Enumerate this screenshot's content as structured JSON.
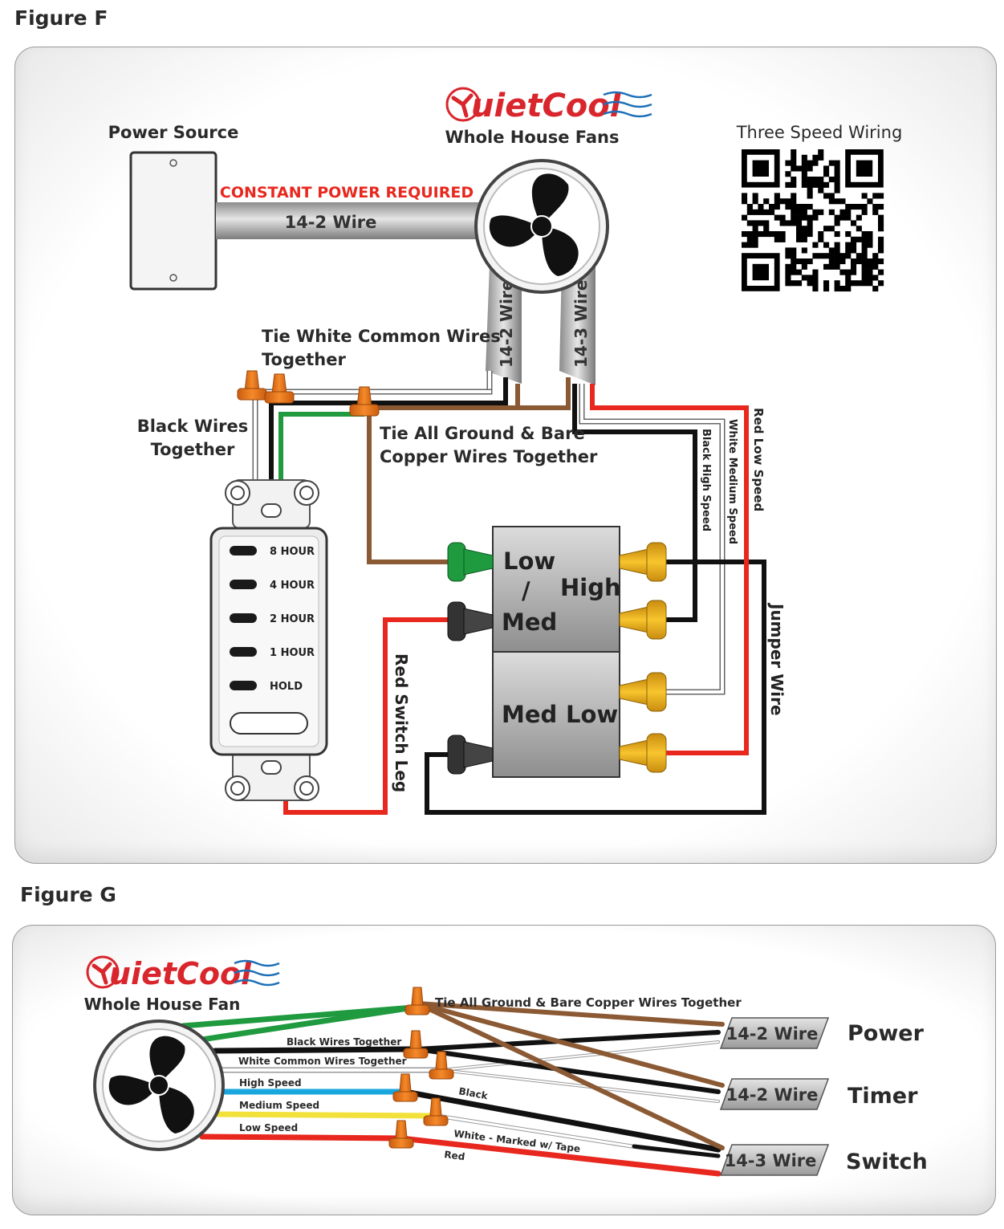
{
  "figure_f": {
    "title": "Figure F",
    "brand": {
      "name_q": "Q",
      "name_rest": "uietCool",
      "subtitle": "Whole House Fans"
    },
    "power_source_label": "Power Source",
    "constant_power": "CONSTANT POWER REQUIRED",
    "wire_14_2_top": "14-2 Wire",
    "wire_14_2_vertical": "14-2 Wire",
    "wire_14_3_vertical": "14-3 Wire",
    "three_speed_label": "Three Speed Wiring",
    "tie_white_line1": "Tie White Common Wires",
    "tie_white_line2": "Together",
    "black_wires_line1": "Black Wires",
    "black_wires_line2": "Together",
    "tie_ground_line1": "Tie All Ground & Bare",
    "tie_ground_line2": "Copper Wires Together",
    "timer_options": [
      "8 HOUR",
      "4 HOUR",
      "2 HOUR",
      "1 HOUR",
      "HOLD"
    ],
    "switch_labels": {
      "low": "Low",
      "slash": "/",
      "med": "Med",
      "high": "High",
      "med2": "Med",
      "low2": "Low"
    },
    "black_high_speed": "Black High Speed",
    "white_medium_speed": "White Medium Speed",
    "red_low_speed": "Red Low Speed",
    "jumper_wire": "Jumper Wire",
    "red_switch_leg": "Red Switch Leg"
  },
  "figure_g": {
    "title": "Figure G",
    "brand": {
      "name_q": "Q",
      "name_rest": "uietCool",
      "subtitle": "Whole House Fan"
    },
    "tie_ground": "Tie All Ground & Bare Copper Wires Together",
    "black_wires": "Black Wires Together",
    "white_common": "White Common Wires Together",
    "high_speed": "High Speed",
    "medium_speed": "Medium Speed",
    "low_speed": "Low Speed",
    "black": "Black",
    "white_marked": "White - Marked w/ Tape",
    "red": "Red",
    "rows": [
      {
        "wire": "14-2 Wire",
        "name": "Power"
      },
      {
        "wire": "14-2 Wire",
        "name": "Timer"
      },
      {
        "wire": "14-3 Wire",
        "name": "Switch"
      }
    ]
  },
  "colors": {
    "brand_red": "#d8262c",
    "brand_blue": "#1c6fb7",
    "wire_red": "#e8281e",
    "wire_green": "#1f9a3f",
    "wire_brown": "#8b5a34",
    "wire_blue": "#1aa7de",
    "wire_yellow": "#f2e13a",
    "nut_orange": "#f07a1a",
    "nut_yellow": "#f5b91e"
  }
}
